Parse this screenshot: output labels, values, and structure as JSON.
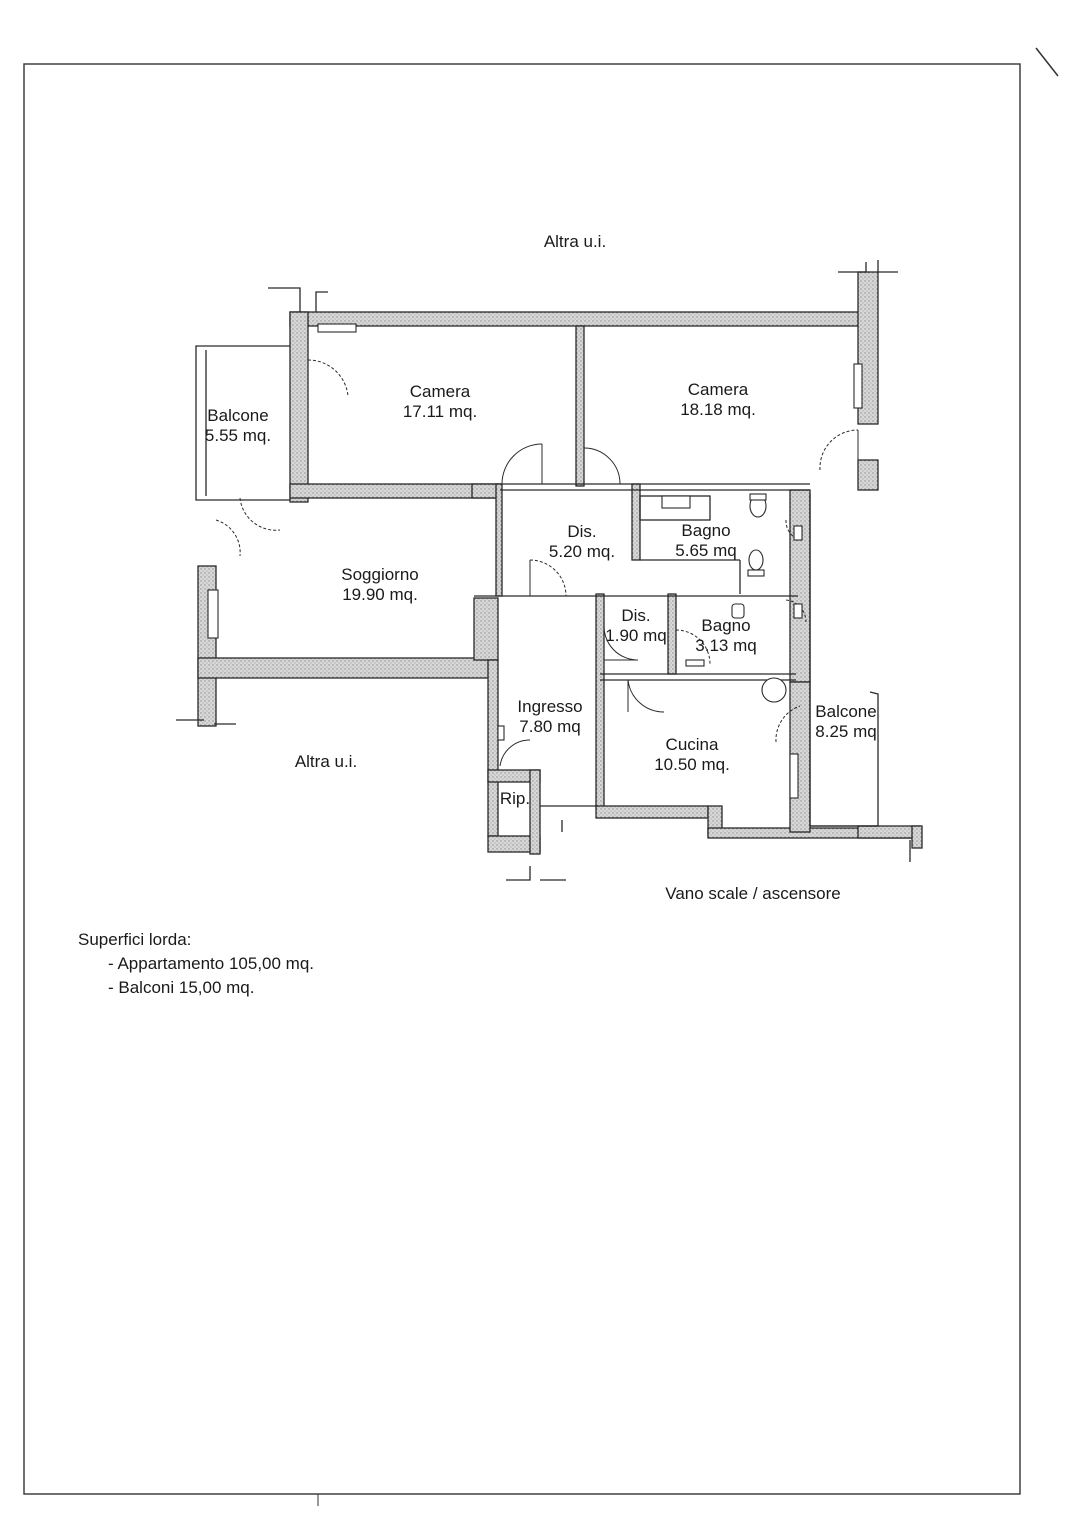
{
  "context_labels": {
    "top": "Altra u.i.",
    "left": "Altra u.i.",
    "stairs": "Vano scale / ascensore"
  },
  "rooms": {
    "camera_1": {
      "name": "Camera",
      "area": "17.11 mq."
    },
    "camera_2": {
      "name": "Camera",
      "area": "18.18 mq."
    },
    "balcone_1": {
      "name": "Balcone",
      "area": "5.55 mq."
    },
    "soggiorno": {
      "name": "Soggiorno",
      "area": "19.90 mq."
    },
    "dis_1": {
      "name": "Dis.",
      "area": "5.20 mq."
    },
    "bagno_1": {
      "name": "Bagno",
      "area": "5.65 mq"
    },
    "dis_2": {
      "name": "Dis.",
      "area": "1.90 mq"
    },
    "bagno_2": {
      "name": "Bagno",
      "area": "3.13 mq"
    },
    "ingresso": {
      "name": "Ingresso",
      "area": "7.80 mq"
    },
    "cucina": {
      "name": "Cucina",
      "area": "10.50 mq."
    },
    "balcone_2": {
      "name": "Balcone",
      "area": "8.25 mq"
    },
    "rip": {
      "name": "Rip.",
      "area": ""
    }
  },
  "surfaces": {
    "title": "Superfici lorda:",
    "items": [
      "- Appartamento 105,00 mq.",
      "- Balconi 15,00 mq."
    ]
  },
  "colors": {
    "wall_fill": "#d4d4d4",
    "line": "#2a2a2a"
  }
}
